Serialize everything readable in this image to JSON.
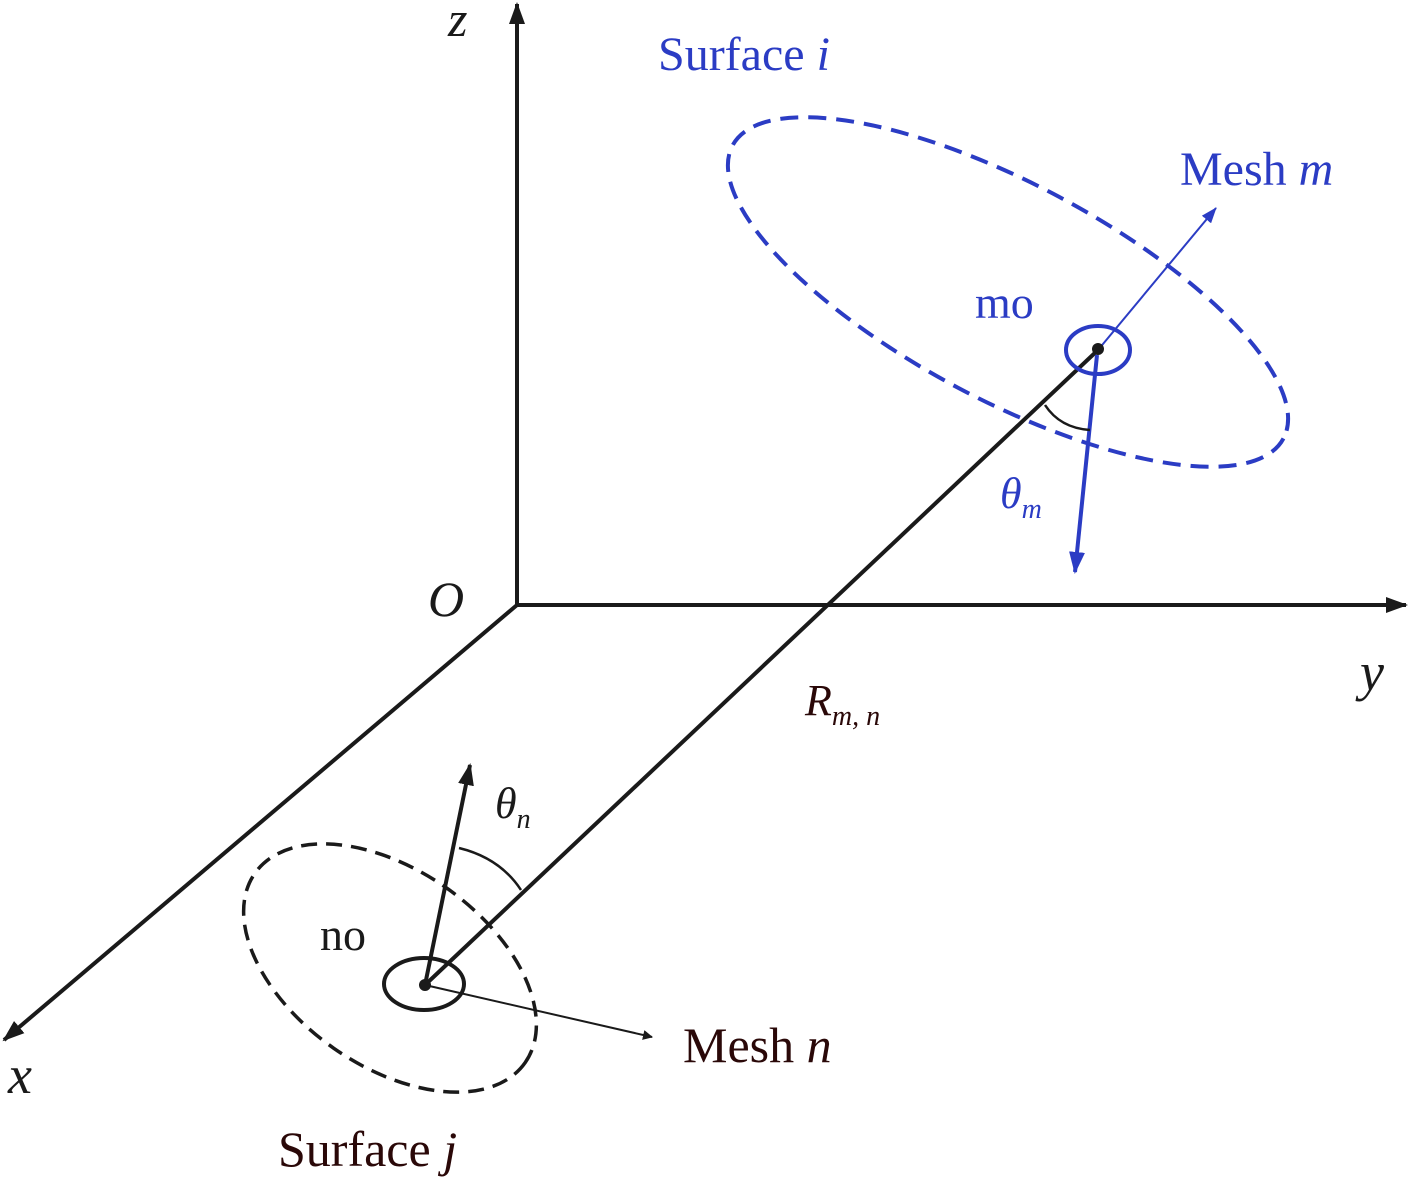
{
  "axes": {
    "x": "x",
    "y": "y",
    "z": "z",
    "origin": "O"
  },
  "surface_i": {
    "label": "Surface ",
    "var": "i"
  },
  "surface_j": {
    "label": "Surface ",
    "var": "j"
  },
  "mesh_m": {
    "label": "Mesh ",
    "var": "m"
  },
  "mesh_n": {
    "label": "Mesh ",
    "var": "n"
  },
  "point_mo": "mo",
  "point_no": "no",
  "theta_m": {
    "symbol": "θ",
    "sub": "m"
  },
  "theta_n": {
    "symbol": "θ",
    "sub": "n"
  },
  "distance": {
    "symbol": "R",
    "sub": "m, n"
  },
  "colors": {
    "blue": "#2b3cc4",
    "black": "#1a1a1a",
    "dark_text": "#2a0808"
  }
}
